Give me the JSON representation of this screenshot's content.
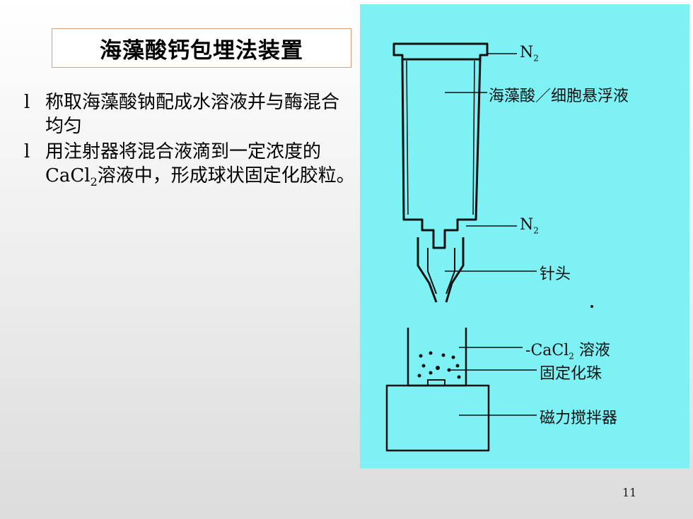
{
  "title": "海藻酸钙包埋法装置",
  "bullets": [
    {
      "marker": "l",
      "text": "称取海藻酸钠配成水溶液并与酶混合均匀"
    },
    {
      "marker": "l",
      "text_before": "用注射器将混合液滴到一定浓度的CaCl",
      "subscript": "2",
      "text_after": "溶液中，形成球状固定化胶粒。"
    }
  ],
  "figure_labels": {
    "n2_top": "N",
    "n2_top_sub": "2",
    "suspension": "海藻酸／细胞悬浮液",
    "n2_mid": "N",
    "n2_mid_sub": "2",
    "needle": "针头",
    "cacl2_prefix": "CaCl",
    "cacl2_sub": "2",
    "cacl2_suffix": "溶液",
    "beads": "固定化珠",
    "stirrer": "磁力搅拌器"
  },
  "page_number": "11",
  "colors": {
    "figure_bg": "#7ef1f4",
    "title_border": "#e0a070"
  }
}
